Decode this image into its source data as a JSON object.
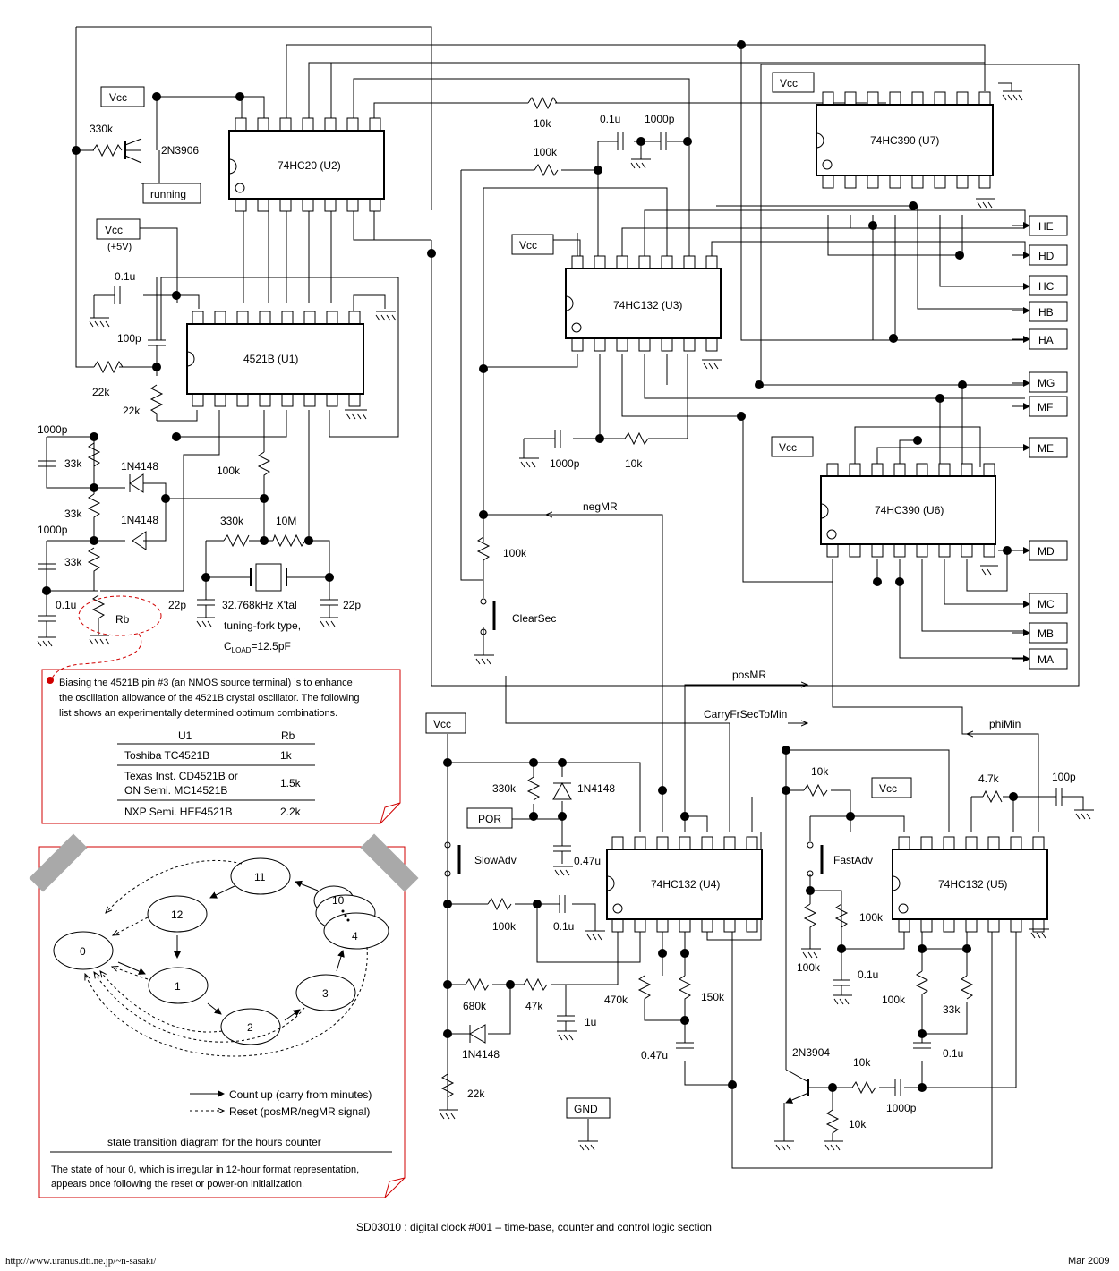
{
  "title": "SD03010 : digital clock #001 – time-base, counter and control logic section",
  "footer": {
    "url": "http://www.uranus.dti.ne.jp/~n-sasaki/",
    "date": "Mar 2009"
  },
  "ics": {
    "u1": "4521B (U1)",
    "u2": "74HC20 (U2)",
    "u3": "74HC132 (U3)",
    "u4": "74HC132 (U4)",
    "u5": "74HC132 (U5)",
    "u6": "74HC390 (U6)",
    "u7": "74HC390 (U7)"
  },
  "rails": {
    "vcc": "Vcc",
    "gnd": "GND",
    "vcc_note": "(+5V)"
  },
  "signals": {
    "running": "running",
    "por": "POR",
    "he": "HE",
    "hd": "HD",
    "hc": "HC",
    "hb": "HB",
    "ha": "HA",
    "mg": "MG",
    "mf": "MF",
    "me": "ME",
    "md": "MD",
    "mc": "MC",
    "mb": "MB",
    "ma": "MA",
    "negmr": "negMR",
    "posmr": "posMR",
    "carry": "CarryFrSecToMin",
    "phimin": "phiMin"
  },
  "components": {
    "r330k_q": "330k",
    "q_pnp": "2N3906",
    "q_npn": "2N3904",
    "c01u_a": "0.1u",
    "c100p_a": "100p",
    "r22k_a": "22k",
    "r22k_b": "22k",
    "c1000p_a": "1000p",
    "r33k_a": "33k",
    "d_a": "1N4148",
    "r33k_b": "33k",
    "d_b": "1N4148",
    "c1000p_b": "1000p",
    "r33k_c": "33k",
    "c01u_b": "0.1u",
    "rb": "Rb",
    "r100k_a": "100k",
    "r330k_b": "330k",
    "r10m": "10M",
    "xtal": "32.768kHz X'tal",
    "c22p_a": "22p",
    "c22p_b": "22p",
    "xtal_note1": "tuning-fork type,",
    "xtal_note2_pre": "C",
    "xtal_note2_sub": "LOAD",
    "xtal_note2_post": "=12.5pF",
    "r10k_a": "10k",
    "r100k_b": "100k",
    "c01u_c": "0.1u",
    "c1000p_c": "1000p",
    "c1000p_d": "1000p",
    "r10k_b": "10k",
    "r100k_c": "100k",
    "clearsec": "ClearSec",
    "r330k_c": "330k",
    "d_c": "1N4148",
    "c047u_a": "0.47u",
    "slowadv": "SlowAdv",
    "r100k_d": "100k",
    "c01u_d": "0.1u",
    "r680k": "680k",
    "r47k": "47k",
    "c1u": "1u",
    "d_d": "1N4148",
    "r22k_c": "22k",
    "r470k": "470k",
    "r150k": "150k",
    "c047u_b": "0.47u",
    "r10k_c": "10k",
    "fastadv": "FastAdv",
    "r100k_e": "100k",
    "r100k_f": "100k",
    "c01u_e": "0.1u",
    "r47k_b": "4.7k",
    "c100p_b": "100p",
    "r100k_g": "100k",
    "r33k_d": "33k",
    "c01u_f": "0.1u",
    "r10k_d": "10k",
    "c1000p_e": "1000p",
    "r10k_e": "10k"
  },
  "note_box": {
    "text": [
      "Biasing the 4521B pin #3 (an NMOS source terminal) is to enhance",
      "the oscillation allowance of the 4521B crystal oscillator. The following",
      "list shows an experimentally determined optimum combinations."
    ],
    "table_headers": [
      "U1",
      "Rb"
    ],
    "rows": [
      {
        "u1": [
          "Toshiba TC4521B"
        ],
        "rb": "1k"
      },
      {
        "u1": [
          "Texas Inst. CD4521B or",
          "ON Semi. MC14521B"
        ],
        "rb": "1.5k"
      },
      {
        "u1": [
          "NXP Semi. HEF4521B"
        ],
        "rb": "2.2k"
      }
    ]
  },
  "state_diagram": {
    "states": [
      "11",
      "12",
      "0",
      "1",
      "2",
      "3",
      "10",
      "4"
    ],
    "legend_solid": "Count up (carry from minutes)",
    "legend_dashed": "Reset (posMR/negMR signal)",
    "caption": "state transition diagram for the hours counter",
    "note": [
      "The state of hour 0, which is irregular in 12-hour format representation,",
      "appears once following the reset or power-on initialization."
    ]
  }
}
